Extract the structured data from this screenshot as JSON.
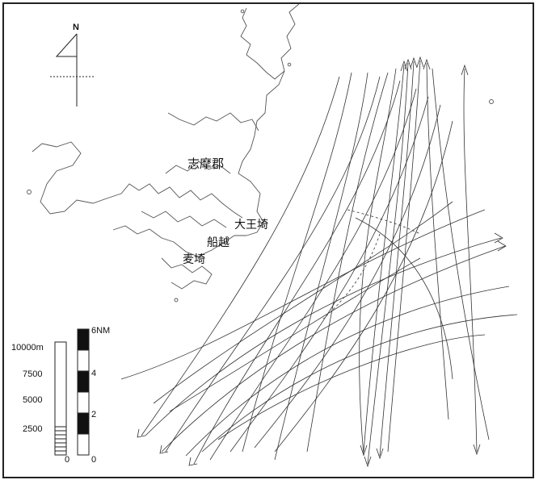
{
  "north_arrow": {
    "label": "N"
  },
  "place_names": {
    "district": "志摩郡",
    "cape": "大王埼",
    "town_funakoshi": "船越",
    "town_nakiri": "麦埼"
  },
  "scale_bar_metric": {
    "unit_top": "10000m",
    "ticks": [
      "7500",
      "5000",
      "2500",
      "0"
    ]
  },
  "scale_bar_nautical": {
    "unit_top": "6NM",
    "ticks": [
      "4",
      "2",
      "0"
    ]
  },
  "colors": {
    "ink": "#333333",
    "land_edge": "#555555",
    "frame": "#222222"
  }
}
